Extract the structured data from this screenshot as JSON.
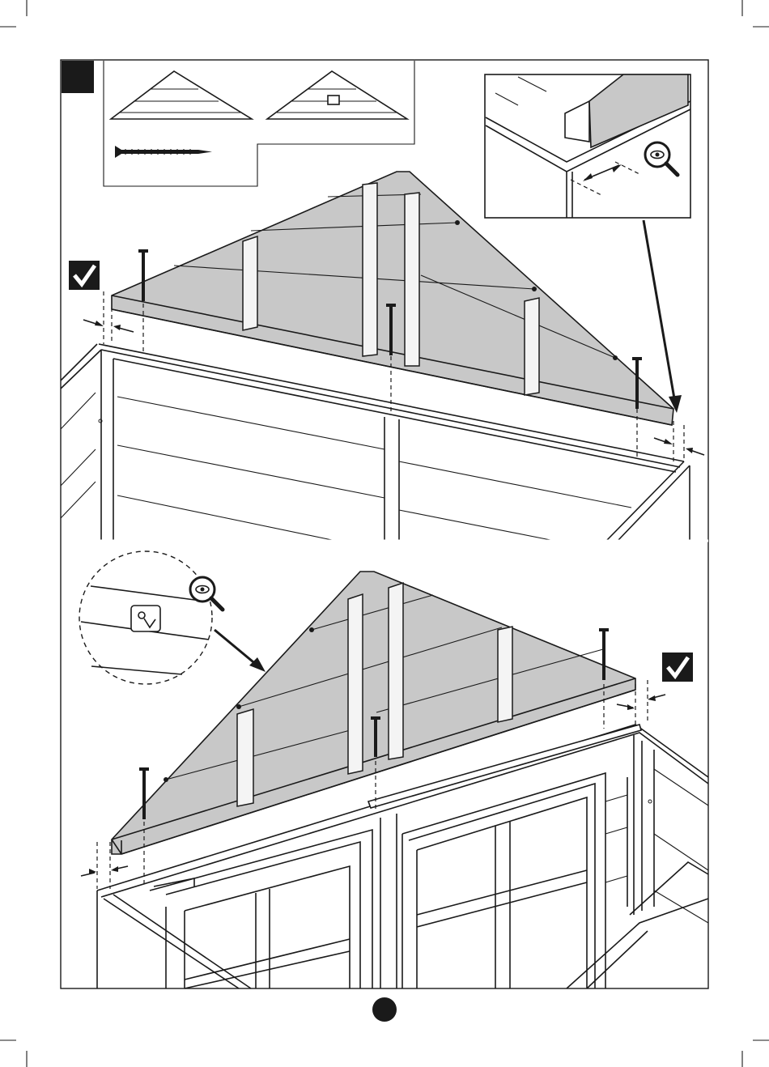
{
  "page": {
    "step_marker": "",
    "page_number": ""
  },
  "parts": [
    "gable-panel",
    "gable-panel-with-hook",
    "screw"
  ],
  "icons": [
    "magnifier-eye-icon",
    "checkmark-icon",
    "arrow-icon",
    "screw-icon"
  ],
  "colors": {
    "ink": "#1a1a1a",
    "panel": "#c8c8c8",
    "paper": "#ffffff"
  }
}
